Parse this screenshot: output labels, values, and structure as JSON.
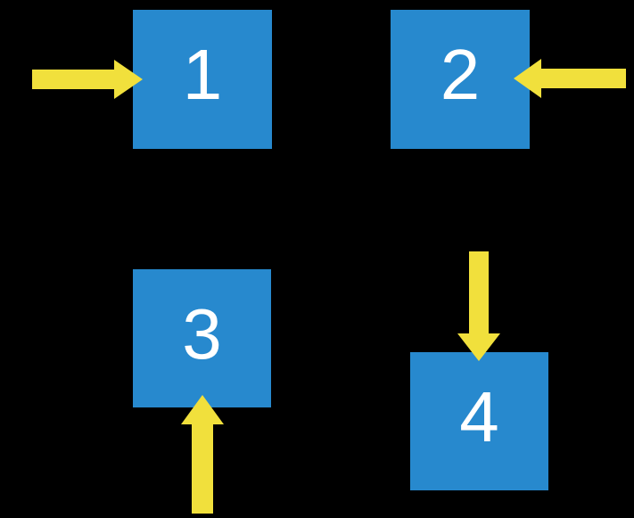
{
  "colors": {
    "bg": "#000000",
    "square": "#2789CE",
    "arrow": "#F1E03C",
    "label": "#FFFFFF"
  },
  "squares": [
    {
      "label": "1",
      "arrow_enters_from": "left",
      "arrow_direction": "right"
    },
    {
      "label": "2",
      "arrow_enters_from": "right",
      "arrow_direction": "left"
    },
    {
      "label": "3",
      "arrow_enters_from": "bottom",
      "arrow_direction": "up"
    },
    {
      "label": "4",
      "arrow_enters_from": "top",
      "arrow_direction": "down"
    }
  ]
}
